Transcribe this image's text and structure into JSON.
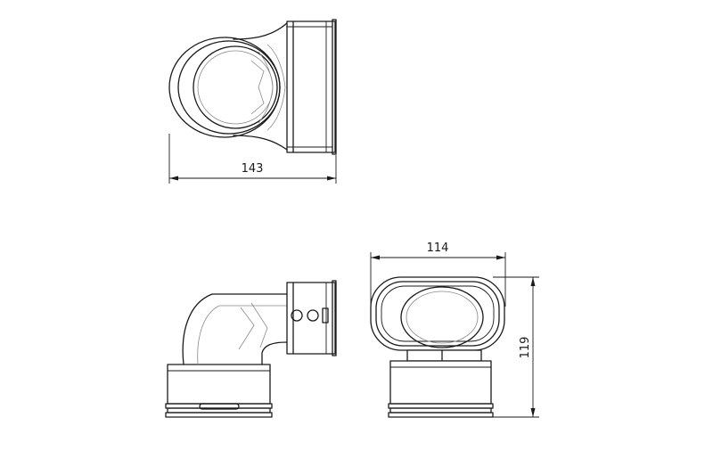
{
  "dimensions": {
    "top_view_width": "143",
    "front_view_width": "114",
    "front_view_height": "119"
  },
  "colors": {
    "line": "#1a1a1a",
    "hidden": "#8a8a8a",
    "background": "#ffffff"
  }
}
